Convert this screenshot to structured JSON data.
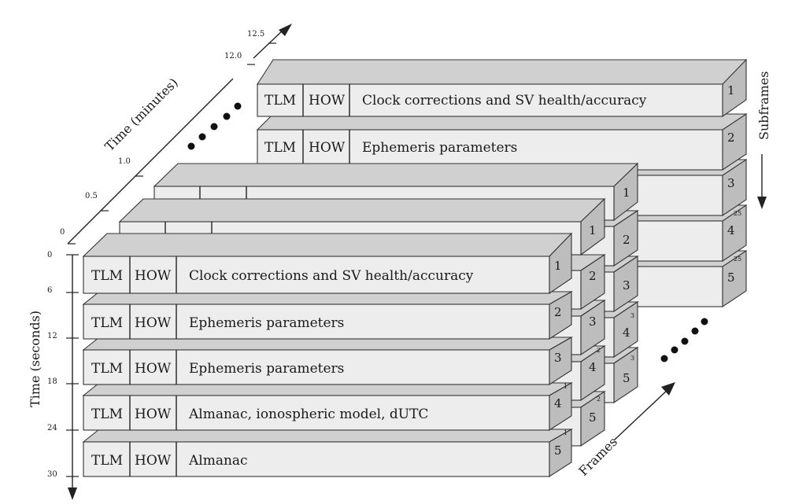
{
  "front_frame": {
    "subframes": [
      {
        "tlm": "TLM",
        "how": "HOW",
        "content": "Clock corrections and SV health/accuracy",
        "number": "1",
        "page": ""
      },
      {
        "tlm": "TLM",
        "how": "HOW",
        "content": "Ephemeris parameters",
        "number": "2",
        "page": ""
      },
      {
        "tlm": "TLM",
        "how": "HOW",
        "content": "Ephemeris parameters",
        "number": "3",
        "page": ""
      },
      {
        "tlm": "TLM",
        "how": "HOW",
        "content": "Almanac, ionospheric model, dUTC",
        "number": "4",
        "page": "1"
      },
      {
        "tlm": "TLM",
        "how": "HOW",
        "content": "Almanac",
        "number": "5",
        "page": "1"
      }
    ]
  },
  "middle_frame": {
    "subframes": [
      {
        "number": "1",
        "page": ""
      },
      {
        "number": "2",
        "page": ""
      },
      {
        "number": "3",
        "page": ""
      },
      {
        "number": "4",
        "page": "2"
      },
      {
        "number": "5",
        "page": "2"
      }
    ]
  },
  "third_frame": {
    "subframes": [
      {
        "number": "1",
        "page": ""
      },
      {
        "number": "2",
        "page": ""
      },
      {
        "number": "3",
        "page": ""
      },
      {
        "number": "4",
        "page": "3"
      },
      {
        "number": "5",
        "page": "3"
      }
    ]
  },
  "back_frame": {
    "subframes": [
      {
        "tlm": "TLM",
        "how": "HOW",
        "content": "Clock corrections and SV health/accuracy",
        "number": "1",
        "page": ""
      },
      {
        "tlm": "TLM",
        "how": "HOW",
        "content": "Ephemeris parameters",
        "number": "2",
        "page": ""
      },
      {
        "number": "3",
        "page": ""
      },
      {
        "number": "4",
        "page": "25"
      },
      {
        "number": "5",
        "page": "25"
      }
    ]
  },
  "axes": {
    "time_seconds": {
      "label": "Time (seconds)",
      "ticks": [
        "0",
        "6",
        "12",
        "18",
        "24",
        "30"
      ]
    },
    "time_minutes": {
      "label": "Time (minutes)",
      "ticks": [
        "0",
        "0.5",
        "1.0",
        "12.0",
        "12.5"
      ]
    },
    "subframes_label": "Subframes",
    "frames_label": "Frames"
  }
}
